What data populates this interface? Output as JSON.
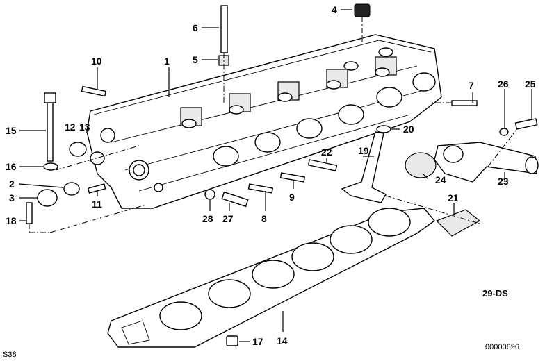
{
  "callouts": [
    "1",
    "2",
    "3",
    "4",
    "5",
    "6",
    "7",
    "8",
    "9",
    "10",
    "11",
    "12",
    "13",
    "14",
    "15",
    "16",
    "17",
    "18",
    "19",
    "20",
    "21",
    "22",
    "23",
    "24",
    "25",
    "26",
    "27",
    "28"
  ],
  "diagram_code": "29-DS",
  "page_ref": "S38",
  "image_number": "00000696"
}
